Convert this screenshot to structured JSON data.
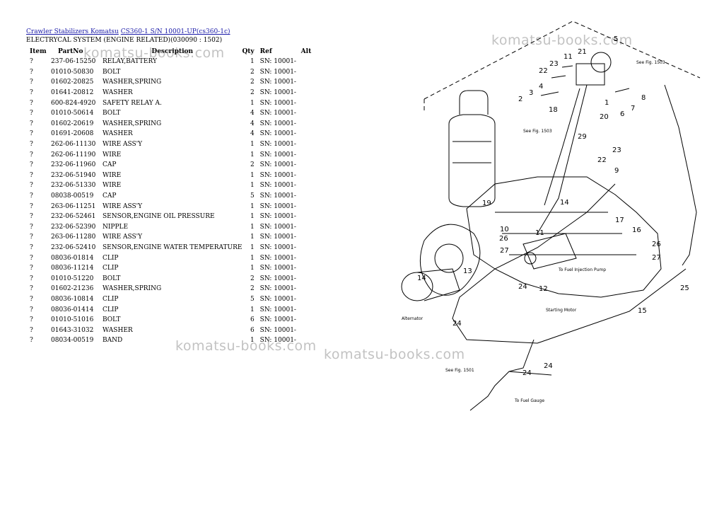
{
  "breadcrumb": {
    "link1": "Crawler Stabilizers Komatsu",
    "link2": "CS360-1 S/N 10001-UP(cs360-1c)"
  },
  "subtitle": "ELECTRYCAL SYSTEM (ENGINE RELATED)(030090 : 1502)",
  "headers": {
    "item": "Item",
    "part": "PartNo",
    "desc": "Description",
    "qty": "Qty",
    "ref": "Ref",
    "alt": "Alt"
  },
  "rows": [
    {
      "item": "?",
      "part": "237-06-15250",
      "desc": "RELAY,BATTERY",
      "qty": "1",
      "ref": "SN: 10001-"
    },
    {
      "item": "?",
      "part": "01010-50830",
      "desc": "BOLT",
      "qty": "2",
      "ref": "SN: 10001-"
    },
    {
      "item": "?",
      "part": "01602-20825",
      "desc": "WASHER,SPRING",
      "qty": "2",
      "ref": "SN: 10001-"
    },
    {
      "item": "?",
      "part": "01641-20812",
      "desc": "WASHER",
      "qty": "2",
      "ref": "SN: 10001-"
    },
    {
      "item": "?",
      "part": "600-824-4920",
      "desc": "SAFETY RELAY A.",
      "qty": "1",
      "ref": "SN: 10001-"
    },
    {
      "item": "?",
      "part": "01010-50614",
      "desc": "BOLT",
      "qty": "4",
      "ref": "SN: 10001-"
    },
    {
      "item": "?",
      "part": "01602-20619",
      "desc": "WASHER,SPRING",
      "qty": "4",
      "ref": "SN: 10001-"
    },
    {
      "item": "?",
      "part": "01691-20608",
      "desc": "WASHER",
      "qty": "4",
      "ref": "SN: 10001-"
    },
    {
      "item": "?",
      "part": "262-06-11130",
      "desc": "WIRE ASS'Y",
      "qty": "1",
      "ref": "SN: 10001-"
    },
    {
      "item": "?",
      "part": "262-06-11190",
      "desc": "WIRE",
      "qty": "1",
      "ref": "SN: 10001-"
    },
    {
      "item": "?",
      "part": "232-06-11960",
      "desc": "CAP",
      "qty": "2",
      "ref": "SN: 10001-"
    },
    {
      "item": "?",
      "part": "232-06-51940",
      "desc": "WIRE",
      "qty": "1",
      "ref": "SN: 10001-"
    },
    {
      "item": "?",
      "part": "232-06-51330",
      "desc": "WIRE",
      "qty": "1",
      "ref": "SN: 10001-"
    },
    {
      "item": "?",
      "part": "08038-00519",
      "desc": "CAP",
      "qty": "5",
      "ref": "SN: 10001-"
    },
    {
      "item": "?",
      "part": "263-06-11251",
      "desc": "WIRE ASS'Y",
      "qty": "1",
      "ref": "SN: 10001-"
    },
    {
      "item": "?",
      "part": "232-06-52461",
      "desc": "SENSOR,ENGINE OIL PRESSURE",
      "qty": "1",
      "ref": "SN: 10001-"
    },
    {
      "item": "?",
      "part": "232-06-52390",
      "desc": "NIPPLE",
      "qty": "1",
      "ref": "SN: 10001-"
    },
    {
      "item": "?",
      "part": "263-06-11280",
      "desc": "WIRE ASS'Y",
      "qty": "1",
      "ref": "SN: 10001-"
    },
    {
      "item": "?",
      "part": "232-06-52410",
      "desc": "SENSOR,ENGINE WATER TEMPERATURE",
      "qty": "1",
      "ref": "SN: 10001-"
    },
    {
      "item": "?",
      "part": "08036-01814",
      "desc": "CLIP",
      "qty": "1",
      "ref": "SN: 10001-"
    },
    {
      "item": "?",
      "part": "08036-11214",
      "desc": "CLIP",
      "qty": "1",
      "ref": "SN: 10001-"
    },
    {
      "item": "?",
      "part": "01010-51220",
      "desc": "BOLT",
      "qty": "2",
      "ref": "SN: 10001-"
    },
    {
      "item": "?",
      "part": "01602-21236",
      "desc": "WASHER,SPRING",
      "qty": "2",
      "ref": "SN: 10001-"
    },
    {
      "item": "?",
      "part": "08036-10814",
      "desc": "CLIP",
      "qty": "5",
      "ref": "SN: 10001-"
    },
    {
      "item": "?",
      "part": "08036-01414",
      "desc": "CLIP",
      "qty": "1",
      "ref": "SN: 10001-"
    },
    {
      "item": "?",
      "part": "01010-51016",
      "desc": "BOLT",
      "qty": "6",
      "ref": "SN: 10001-"
    },
    {
      "item": "?",
      "part": "01643-31032",
      "desc": "WASHER",
      "qty": "6",
      "ref": "SN: 10001-"
    },
    {
      "item": "?",
      "part": "08034-00519",
      "desc": "BAND",
      "qty": "1",
      "ref": "SN: 10001-"
    }
  ],
  "watermark": "komatsu-books.com",
  "diagram": {
    "callouts": [
      "5",
      "21",
      "11",
      "23",
      "22",
      "4",
      "3",
      "2",
      "8",
      "7",
      "6",
      "1",
      "20",
      "18",
      "29",
      "23",
      "22",
      "9",
      "19",
      "14",
      "10",
      "26",
      "11",
      "27",
      "17",
      "16",
      "26",
      "27",
      "13",
      "14",
      "24",
      "12",
      "25",
      "15",
      "24",
      "24",
      "24"
    ],
    "annotations": {
      "see1503_top": "See Fig. 1503",
      "see1503_mid": "See Fig. 1503",
      "fuel_pump": "To Fuel Injection Pump",
      "starting_motor": "Starting Motor",
      "alternator": "Alternator",
      "see1501": "See Fig. 1501",
      "fuel_gauge": "To Fuel Gauge"
    }
  }
}
